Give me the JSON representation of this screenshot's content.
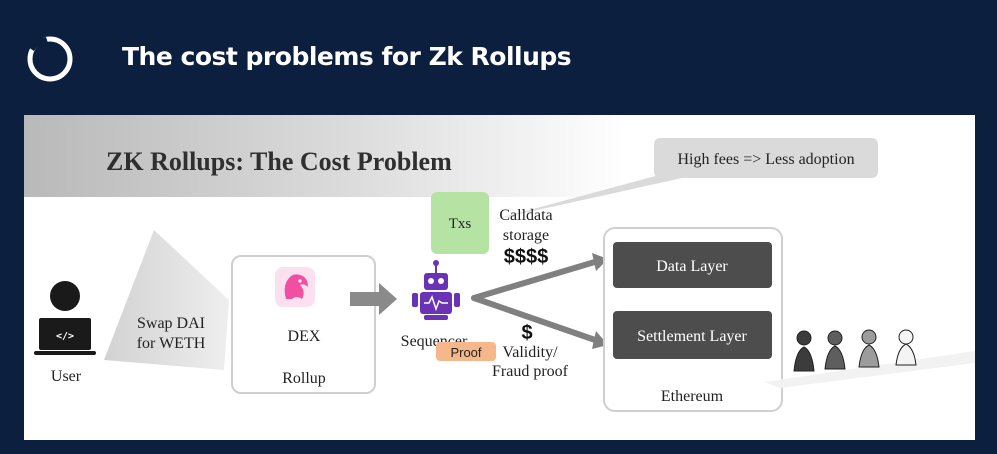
{
  "header": {
    "title": "The cost problems for Zk Rollups",
    "logo_icon": "ring-logo-icon"
  },
  "diagram": {
    "heading": "ZK Rollups: The Cost Problem",
    "callout": "High fees => Less adoption",
    "user_label": "User",
    "user_icon": "developer-laptop-icon",
    "swap_line1": "Swap DAI",
    "swap_line2": "for WETH",
    "dex_label": "DEX",
    "dex_icon": "unicorn-logo-icon",
    "rollup_label": "Rollup",
    "sequencer_label": "Sequencer",
    "sequencer_icon": "robot-icon",
    "txs_label": "Txs",
    "calldata_line1": "Calldata",
    "calldata_line2": "storage",
    "calldata_cost": "$$$$",
    "proof_cost": "$",
    "proof_badge": "Proof",
    "validity_line1": "Validity/",
    "validity_line2": "Fraud proof",
    "data_layer": "Data Layer",
    "settlement_layer": "Settlement Layer",
    "ethereum_label": "Ethereum",
    "colors": {
      "background": "#0d1f3f",
      "txs_box": "#b5e3a4",
      "proof_badge": "#f6b88a",
      "layer_box": "#4d4d4d",
      "robot": "#6a32b4",
      "dex_pink": "#f04fa2"
    }
  }
}
